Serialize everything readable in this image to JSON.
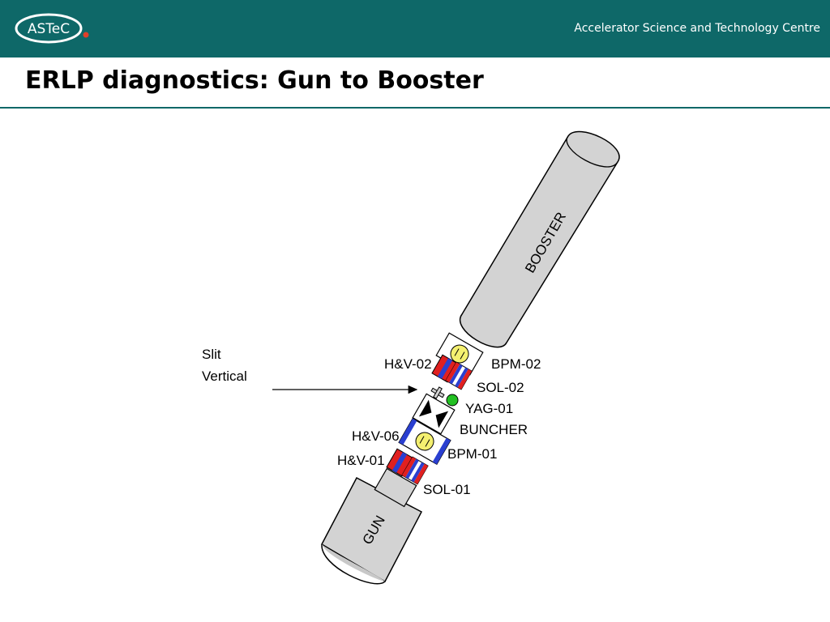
{
  "header": {
    "logo_text": "ASTeC",
    "organization": "Accelerator Science and Technology Centre"
  },
  "slide": {
    "title": "ERLP diagnostics: Gun to Booster"
  },
  "diagram": {
    "booster_label": "BOOSTER",
    "gun_label": "GUN",
    "slit_label_line1": "Slit",
    "slit_label_line2": "Vertical",
    "labels": {
      "hv02": "H&V-02",
      "bpm02": "BPM-02",
      "sol02": "SOL-02",
      "yag01": "YAG-01",
      "buncher": "BUNCHER",
      "hv06": "H&V-06",
      "bpm01": "BPM-01",
      "hv01": "H&V-01",
      "sol01": "SOL-01"
    }
  },
  "colors": {
    "header_bg": "#0e6868",
    "logo_dot": "#e0402a",
    "component_gray": "#d3d3d3",
    "magnet_red": "#e02020",
    "magnet_blue": "#2a3fd0",
    "bpm_yellow": "#f4f070",
    "yag_green": "#22c022"
  }
}
